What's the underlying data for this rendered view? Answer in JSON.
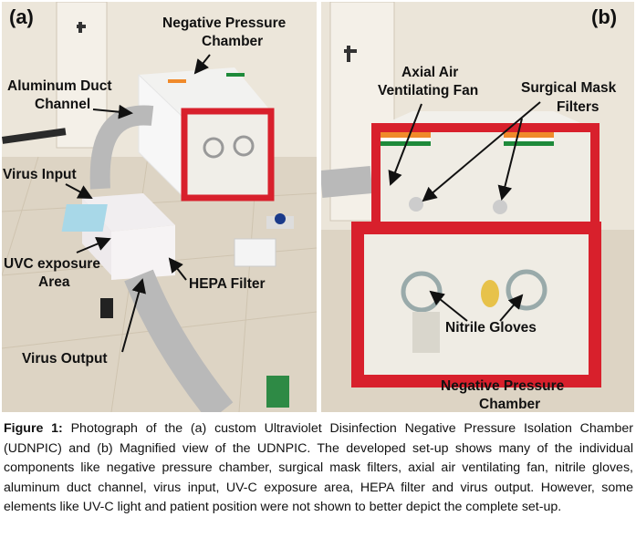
{
  "panels": {
    "a": {
      "letter": "(a)",
      "labels": {
        "negative_pressure_chamber_1": "Negative Pressure",
        "negative_pressure_chamber_2": "Chamber",
        "aluminum_duct_1": "Aluminum Duct",
        "aluminum_duct_2": "Channel",
        "virus_input": "Virus Input",
        "uvc_area_1": "UVC exposure",
        "uvc_area_2": "Area",
        "hepa_filter": "HEPA Filter",
        "virus_output": "Virus Output"
      }
    },
    "b": {
      "letter": "(b)",
      "labels": {
        "axial_fan_1": "Axial Air",
        "axial_fan_2": "Ventilating Fan",
        "surgical_filters_1": "Surgical Mask",
        "surgical_filters_2": "Filters",
        "nitrile_gloves": "Nitrile Gloves",
        "negative_pressure_chamber_1": "Negative Pressure",
        "negative_pressure_chamber_2": "Chamber"
      }
    }
  },
  "caption": {
    "label": "Figure 1:",
    "text": " Photograph of the (a) custom Ultraviolet Disinfection Negative Pressure Isolation Chamber (UDNPIC) and (b) Magnified view of the UDNPIC. The developed set-up shows many of the individual components like negative pressure chamber, surgical mask filters, axial air ventilating fan, nitrile gloves, aluminum duct channel, virus input, UV-C exposure area, HEPA filter and virus output. However, some elements like UV-C light and patient position were not shown to better depict the complete set-up."
  },
  "colors": {
    "chamber_frame": "#d8202c",
    "flag_saffron": "#f08a2a",
    "flag_green": "#1e8a3a",
    "duct": "#b9b9b9"
  }
}
